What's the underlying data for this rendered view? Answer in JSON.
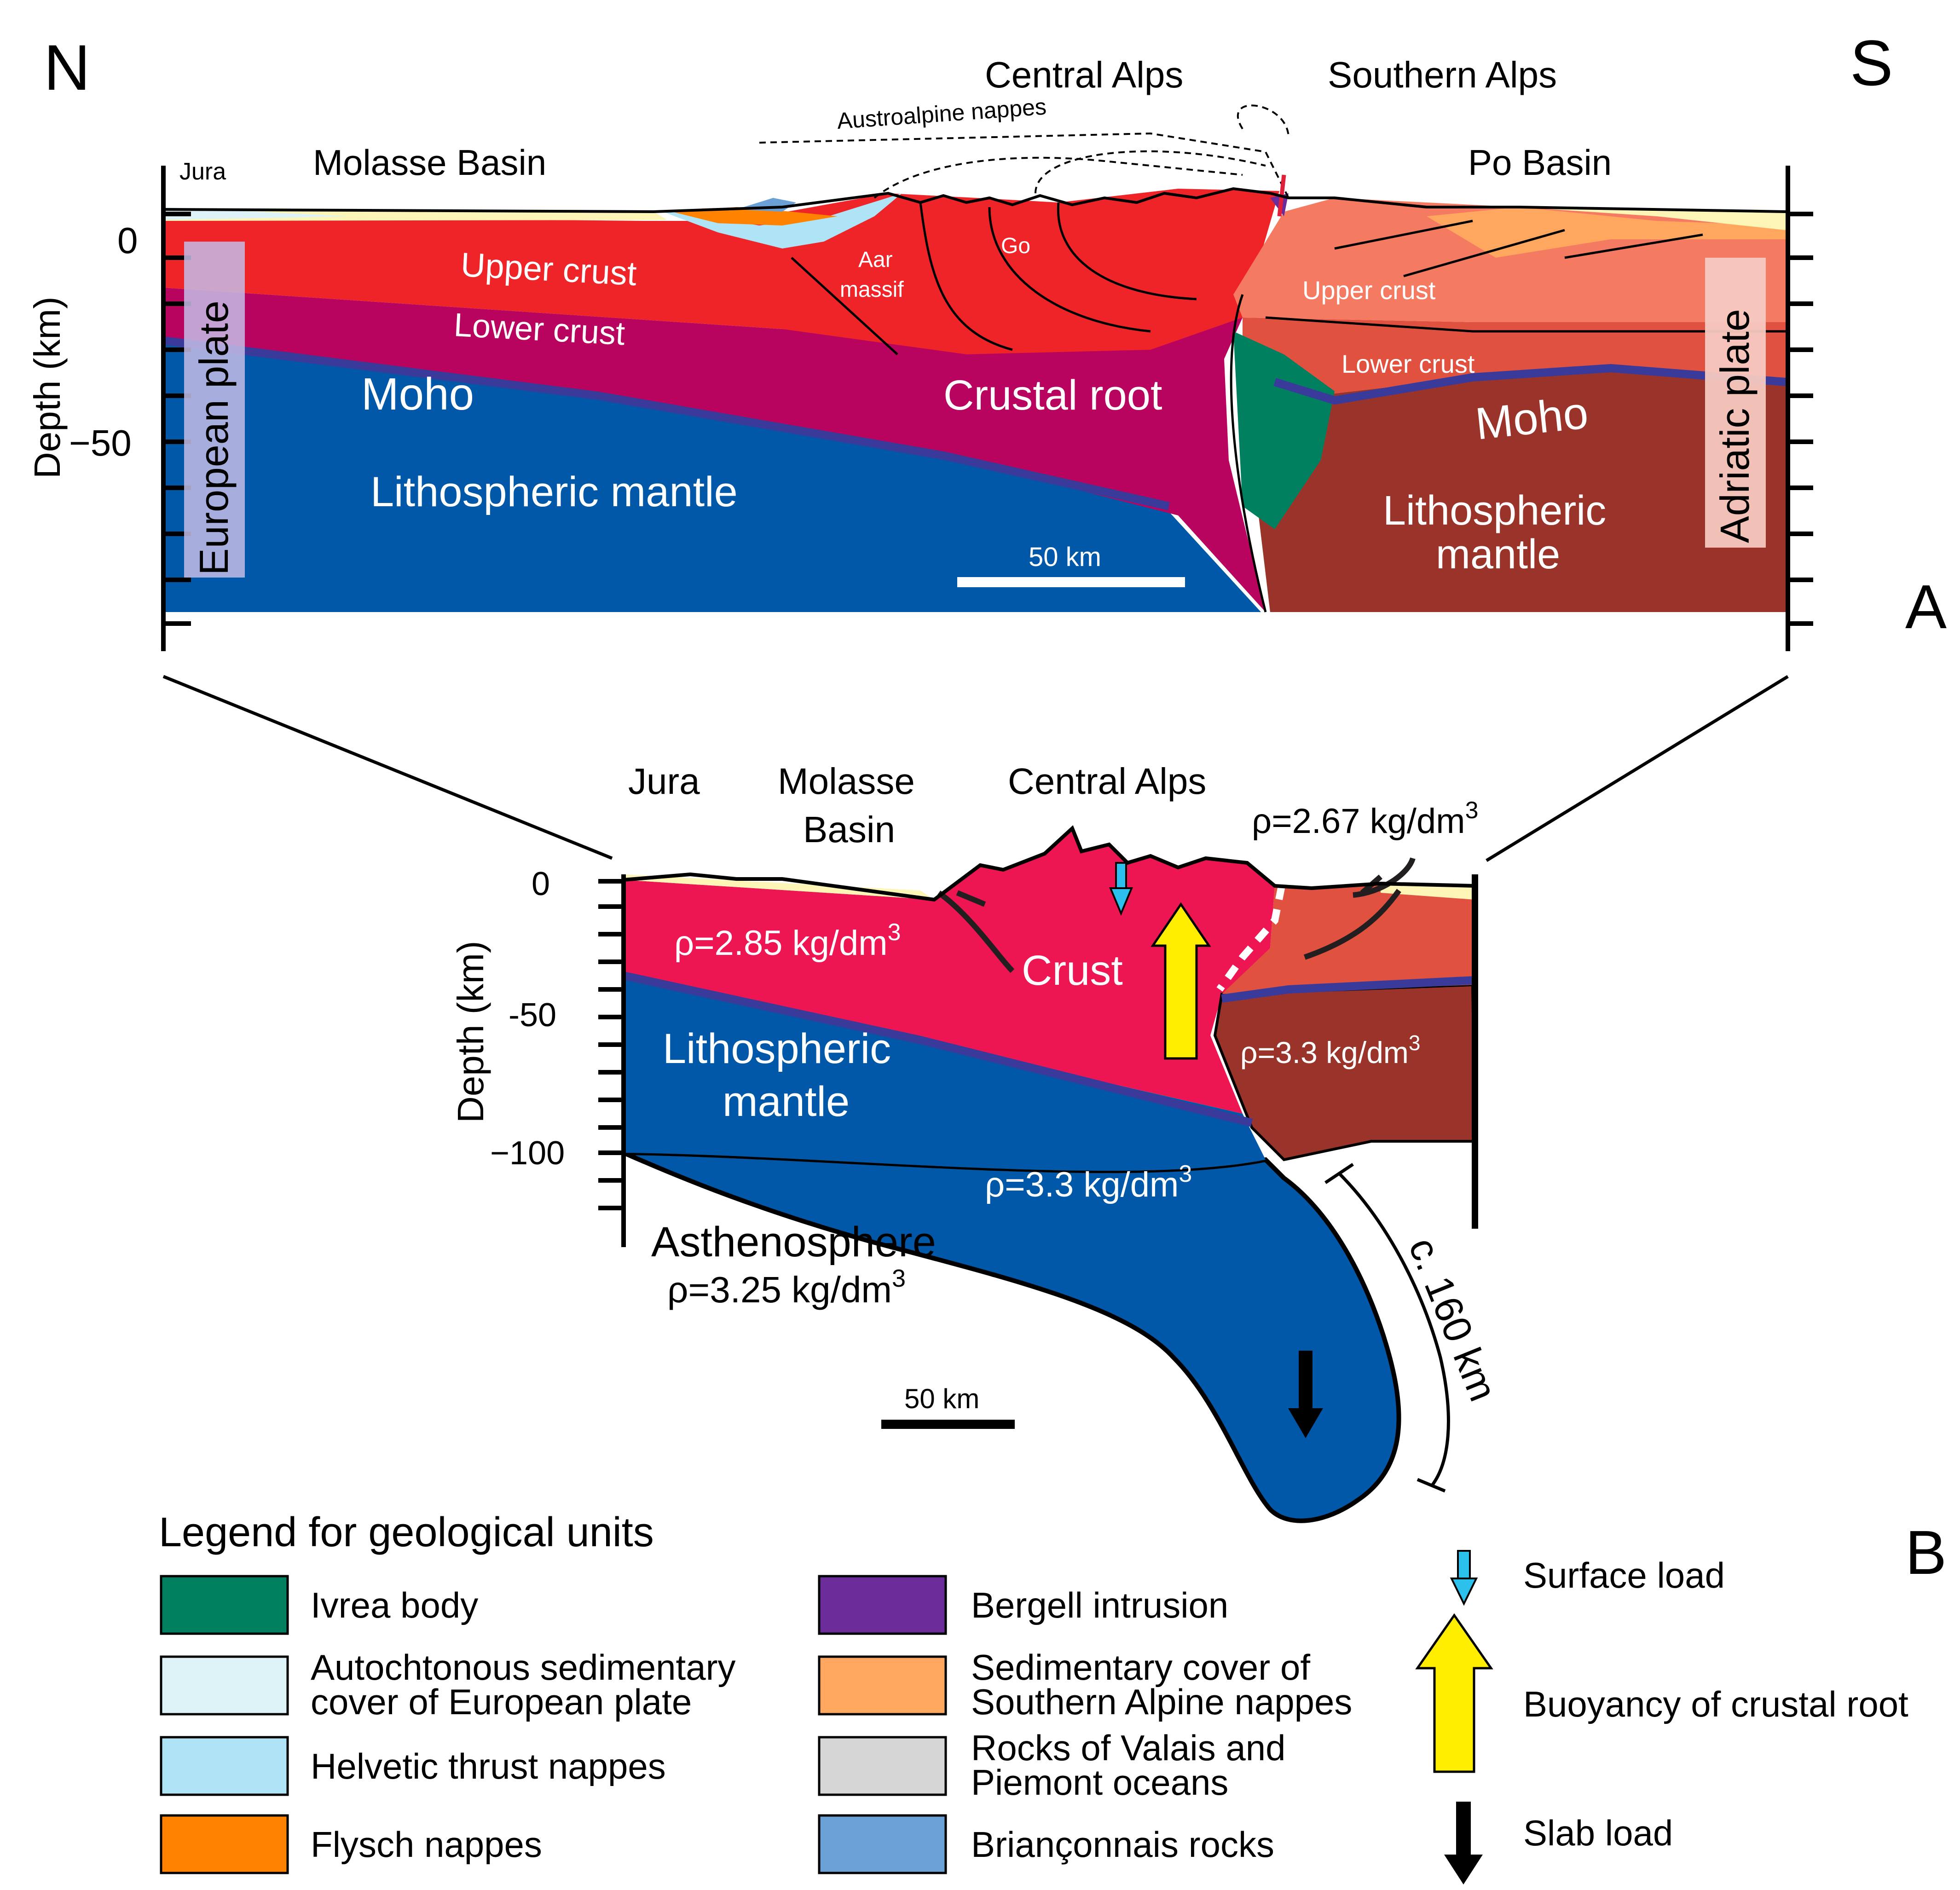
{
  "orientation": {
    "north": "N",
    "south": "S"
  },
  "panel_a": {
    "letter": "A",
    "regions": {
      "jura": "Jura",
      "molasse": "Molasse Basin",
      "central_alps": "Central Alps",
      "southern_alps": "Southern Alps",
      "po_basin": "Po Basin",
      "austroalpine": "Austroalpine nappes"
    },
    "units": {
      "upper_crust_n": "Upper crust",
      "lower_crust_n": "Lower crust",
      "moho_n": "Moho",
      "litho_n": "Lithospheric mantle",
      "crustal_root": "Crustal root",
      "aar1": "Aar",
      "aar2": "massif",
      "go": "Go",
      "upper_crust_s": "Upper crust",
      "lower_crust_s": "Lower crust",
      "moho_s": "Moho",
      "litho_s1": "Lithospheric",
      "litho_s2": "mantle"
    },
    "plates": {
      "european": "European plate",
      "adriatic": "Adriatic plate"
    },
    "axis": {
      "label": "Depth (km)",
      "tick_0": "0",
      "tick_50": "−50"
    },
    "scale": "50 km"
  },
  "panel_b": {
    "letter": "B",
    "regions": {
      "jura": "Jura",
      "molasse1": "Molasse",
      "molasse2": "Basin",
      "central_alps": "Central Alps"
    },
    "units": {
      "crust": "Crust",
      "litho1": "Lithospheric",
      "litho2": "mantle",
      "astheno": "Asthenosphere"
    },
    "densities": {
      "crust_rho": "ρ=2.85 kg/dm",
      "surface_rho": "ρ=2.67 kg/dm",
      "adria_rho": "ρ=3.3 kg/dm",
      "slab_rho": "ρ=3.3 kg/dm",
      "astheno_rho": "ρ=3.25 kg/dm",
      "cube": "3"
    },
    "axis": {
      "label": "Depth (km)",
      "tick_0": "0",
      "tick_50": "-50",
      "tick_100": "−100"
    },
    "slab_length": "c. 160 km",
    "scale": "50 km"
  },
  "legend": {
    "title": "Legend for geological units",
    "items": [
      {
        "lines": [
          "Ivrea body"
        ],
        "color": "#00805f"
      },
      {
        "lines": [
          "Autochtonous sedimentary",
          "cover of European plate"
        ],
        "color": "#ddf3f8"
      },
      {
        "lines": [
          "Helvetic thrust nappes"
        ],
        "color": "#aee4f5"
      },
      {
        "lines": [
          "Flysch nappes"
        ],
        "color": "#ff8200"
      },
      {
        "lines": [
          "Bergell intrusion"
        ],
        "color": "#6a2c99"
      },
      {
        "lines": [
          "Sedimentary cover of",
          "Southern Alpine nappes"
        ],
        "color": "#ffa75e"
      },
      {
        "lines": [
          "Rocks of Valais and",
          "Piemont oceans"
        ],
        "color": "#d6d6d6"
      },
      {
        "lines": [
          "Briançonnais rocks"
        ],
        "color": "#6aa0d6"
      }
    ],
    "arrows": [
      {
        "label": "Surface load",
        "icon": "cyan-down-arrow-icon"
      },
      {
        "label": "Buoyancy of crustal root",
        "icon": "yellow-up-arrow-icon"
      },
      {
        "label": "Slab load",
        "icon": "black-down-arrow-icon"
      }
    ]
  },
  "colors": {
    "upper_crust": "#ee2428",
    "lower_crust": "#b8045e",
    "mantle_blue": "#0258a8",
    "moho_line": "#3a3a9a",
    "adria_upper": "#f47a62",
    "adria_lower": "#e0523f",
    "adria_mantle": "#9a342a",
    "crust_b": "#ee1553",
    "sediment": "#fdf5b5",
    "ivrea": "#00805f",
    "surface_arrow": "#2cc0ec",
    "buoyancy_arrow": "#ffee00"
  }
}
